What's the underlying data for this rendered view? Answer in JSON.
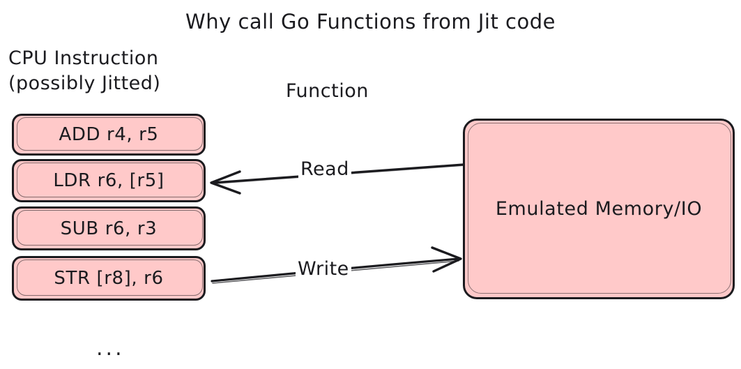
{
  "diagram": {
    "title": "Why call Go Functions from Jit code",
    "background_color": "#ffffff",
    "stroke_color": "#1b1b1f",
    "box_fill_color": "#ffc9c9"
  },
  "captions": {
    "cpu_line1": "CPU Instruction",
    "cpu_line2": "(possibly Jitted)",
    "function": "Function"
  },
  "instructions": [
    {
      "text": "ADD r4, r5"
    },
    {
      "text": "LDR r6, [r5]"
    },
    {
      "text": "SUB r6, r3"
    },
    {
      "text": "STR [r8], r6"
    }
  ],
  "ellipsis": "...",
  "memory": {
    "label": "Emulated Memory/IO"
  },
  "arrows": [
    {
      "label": "Read",
      "direction": "right-to-left",
      "from": "Emulated Memory/IO",
      "to": "LDR r6, [r5]"
    },
    {
      "label": "Write",
      "direction": "left-to-right",
      "from": "STR [r8], r6",
      "to": "Emulated Memory/IO"
    }
  ]
}
